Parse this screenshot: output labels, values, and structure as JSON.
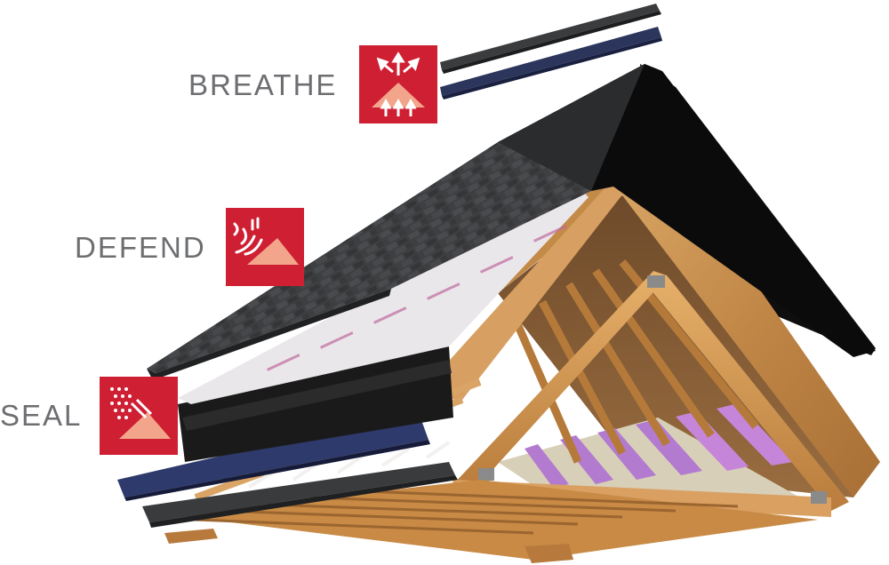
{
  "callouts": [
    {
      "label": "BREATHE",
      "icon": "ventilation-arrows-icon"
    },
    {
      "label": "DEFEND",
      "icon": "wind-rain-shield-icon"
    },
    {
      "label": "SEAL",
      "icon": "rain-seal-icon"
    }
  ],
  "colors": {
    "badge_red": "#cf1f33",
    "label_gray": "#6d6e71",
    "shingle_dark": "#3a3b3d",
    "underlayment_white": "#e9e6e8",
    "wood": "#c8924e",
    "insulation_pink": "#b27bd0",
    "edge_blue": "#2e3a6b"
  }
}
